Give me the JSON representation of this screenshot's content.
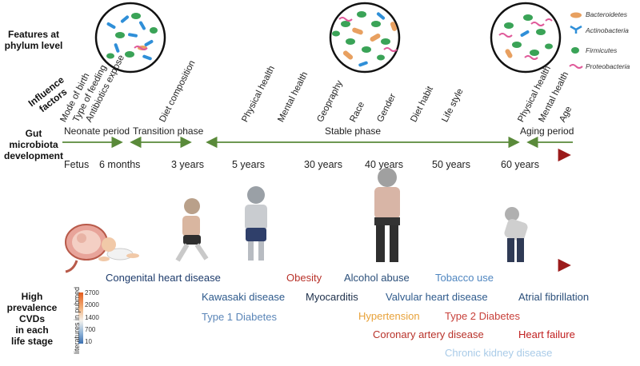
{
  "row_labels": {
    "phylum": [
      "Features at",
      "phylum level"
    ],
    "influence": [
      "Influence",
      "factors"
    ],
    "gut": [
      "Gut",
      "microbiota",
      "development"
    ],
    "cvd": [
      "High",
      "prevalence",
      "CVDs",
      "in each",
      "life stage"
    ]
  },
  "legend": {
    "items": [
      {
        "label": "Bacteroidetes",
        "color": "#e8a060"
      },
      {
        "label": "Actinobacteria",
        "color": "#2f8fd8"
      },
      {
        "label": "Firmicutes",
        "color": "#3aa357"
      },
      {
        "label": "Proteobacteria",
        "color": "#e05a9a"
      }
    ]
  },
  "influence_factors": [
    "Mode of birth",
    "Type of feeding",
    "Antibiotics expose",
    "Diet composition",
    "Physical health",
    "Mental health",
    "Geopraphy",
    "Race",
    "Gender",
    "Diet habit",
    "Life style",
    "Physical health",
    "Mental health",
    "Age"
  ],
  "phases": [
    "Neonate period",
    "Transition phase",
    "Stable phase",
    "Aging period"
  ],
  "ages": [
    "Fetus",
    "6 months",
    "3 years",
    "5 years",
    "30 years",
    "40 years",
    "50 years",
    "60 years"
  ],
  "scale": {
    "title": "literatures in pubmed",
    "ticks": [
      "2700",
      "2000",
      "1400",
      "700",
      "10"
    ]
  },
  "cvds": [
    {
      "label": "Congenital heart disease",
      "color": "#1d3b6b"
    },
    {
      "label": "Kawasaki disease",
      "color": "#2e5a8c"
    },
    {
      "label": "Type 1 Diabetes",
      "color": "#5b86b8"
    },
    {
      "label": "Obesity",
      "color": "#b8322a"
    },
    {
      "label": "Myocarditis",
      "color": "#1d2f4a"
    },
    {
      "label": "Alcohol abuse",
      "color": "#2b4f7a"
    },
    {
      "label": "Tobacco use",
      "color": "#4f86c0"
    },
    {
      "label": "Valvular heart disease",
      "color": "#2e5a8c"
    },
    {
      "label": "Atrial fibrillation",
      "color": "#2b4f7a"
    },
    {
      "label": "Hypertension",
      "color": "#e8a23a"
    },
    {
      "label": "Type 2 Diabetes",
      "color": "#c8413b"
    },
    {
      "label": "Coronary artery disease",
      "color": "#b8322a"
    },
    {
      "label": "Heart failure",
      "color": "#c01e1e"
    },
    {
      "label": "Chronic kidney disease",
      "color": "#a9cbe8"
    }
  ],
  "colors": {
    "phase_arrow": "#5a8a3a",
    "timeline_start": "#c9a3a3",
    "timeline_end": "#9b1b1b"
  }
}
